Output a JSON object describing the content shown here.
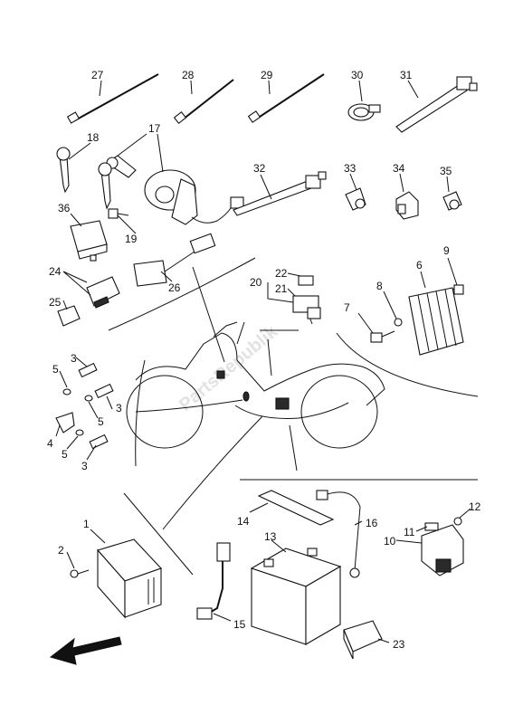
{
  "watermark": "PartsRepublik",
  "callouts": [
    "1",
    "2",
    "3",
    "3",
    "3",
    "4",
    "5",
    "5",
    "5",
    "6",
    "7",
    "8",
    "9",
    "10",
    "11",
    "12",
    "13",
    "14",
    "15",
    "16",
    "17",
    "18",
    "19",
    "20",
    "21",
    "22",
    "23",
    "24",
    "25",
    "26",
    "27",
    "28",
    "29",
    "30",
    "31",
    "32",
    "33",
    "34",
    "35",
    "36"
  ]
}
